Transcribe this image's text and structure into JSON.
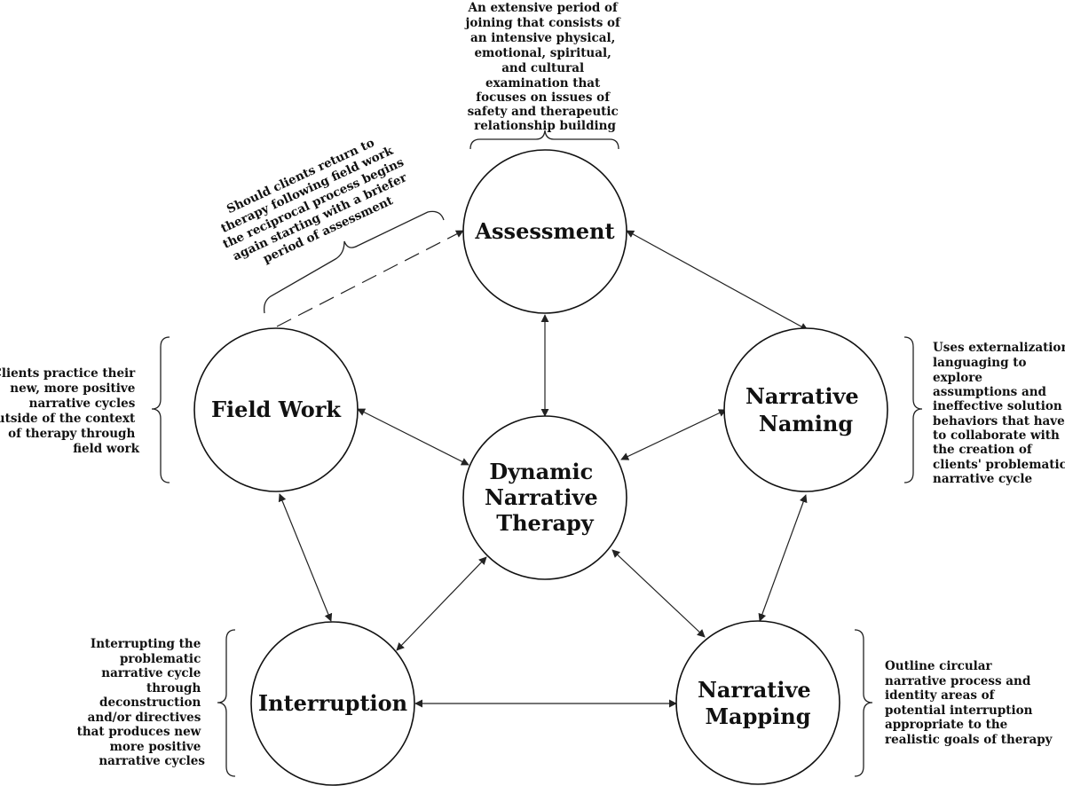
{
  "nodes": {
    "assessment": {
      "lines": [
        "Assessment"
      ]
    },
    "naming": {
      "lines": [
        "Narrative",
        "Naming"
      ]
    },
    "center": {
      "lines": [
        "Dynamic",
        "Narrative",
        "Therapy"
      ]
    },
    "fieldwork": {
      "lines": [
        "Field Work"
      ]
    },
    "interruption": {
      "lines": [
        "Interruption"
      ]
    },
    "mapping": {
      "lines": [
        "Narrative",
        "Mapping"
      ]
    }
  },
  "notes": {
    "assessment": [
      "An extensive period of",
      "joining that consists of",
      "an intensive physical,",
      "emotional, spiritual,",
      "and cultural",
      "examination that",
      "focuses on issues of",
      "safety and therapeutic",
      "relationship building"
    ],
    "return": [
      "Should clients return to",
      "therapy following field work",
      "the reciprocal process begins",
      "again starting with a briefer",
      "period of assessment"
    ],
    "fieldwork": [
      "Clients practice their",
      "new, more positive",
      "narrative cycles",
      "outside of the context",
      "of therapy through",
      "field work"
    ],
    "naming": [
      "Uses externalization",
      "languaging to",
      "explore",
      "assumptions and",
      "ineffective solution",
      "behaviors that have",
      "to collaborate with",
      "the creation of",
      "clients' problematic",
      "narrative cycle"
    ],
    "interruption": [
      "Interrupting the",
      "problematic",
      "narrative cycle",
      "through",
      "deconstruction",
      "and/or directives",
      "that produces new",
      "more positive",
      "narrative cycles"
    ],
    "mapping": [
      "Outline circular",
      "narrative process and",
      "identity areas of",
      "potential interruption",
      "appropriate to the",
      "realistic goals of therapy"
    ]
  }
}
